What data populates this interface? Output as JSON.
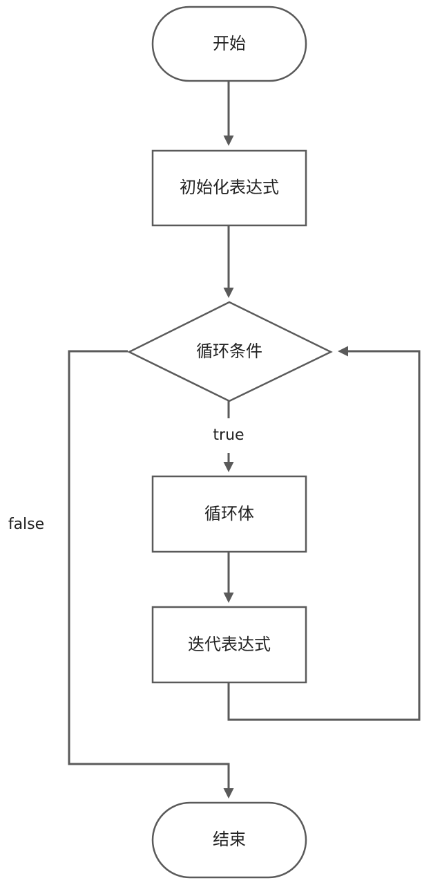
{
  "nodes": {
    "start": "开始",
    "init": "初始化表达式",
    "condition": "循环条件",
    "body": "循环体",
    "update": "迭代表达式",
    "end": "结束"
  },
  "edge_labels": {
    "true": "true",
    "false": "false"
  },
  "colors": {
    "stroke": "#5a5a5a",
    "fill": "#ffffff",
    "text": "#222222"
  }
}
